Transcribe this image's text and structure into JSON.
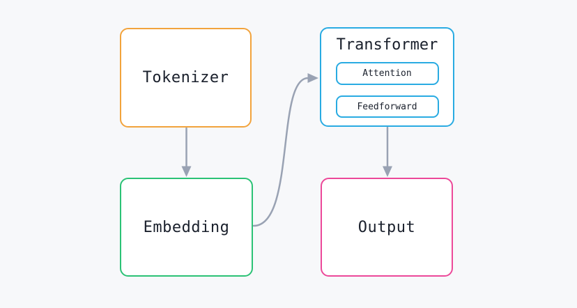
{
  "page": {
    "background": "#f7f8fa",
    "text_color": "#1a202c"
  },
  "diagram": {
    "nodes": {
      "tokenizer": {
        "label": "Tokenizer",
        "color": "#f2a33c"
      },
      "embedding": {
        "label": "Embedding",
        "color": "#2bc275"
      },
      "transformer": {
        "title": "Transformer",
        "color": "#29abe2",
        "children": {
          "attention": {
            "label": "Attention",
            "color": "#29abe2"
          },
          "feedforward": {
            "label": "Feedforward",
            "color": "#29abe2"
          }
        }
      },
      "output": {
        "label": "Output",
        "color": "#ec4899"
      }
    },
    "connectors": {
      "color": "#99a2b3",
      "edges": [
        {
          "from": "tokenizer",
          "to": "embedding"
        },
        {
          "from": "embedding",
          "to": "transformer"
        },
        {
          "from": "transformer",
          "to": "output"
        }
      ]
    }
  }
}
